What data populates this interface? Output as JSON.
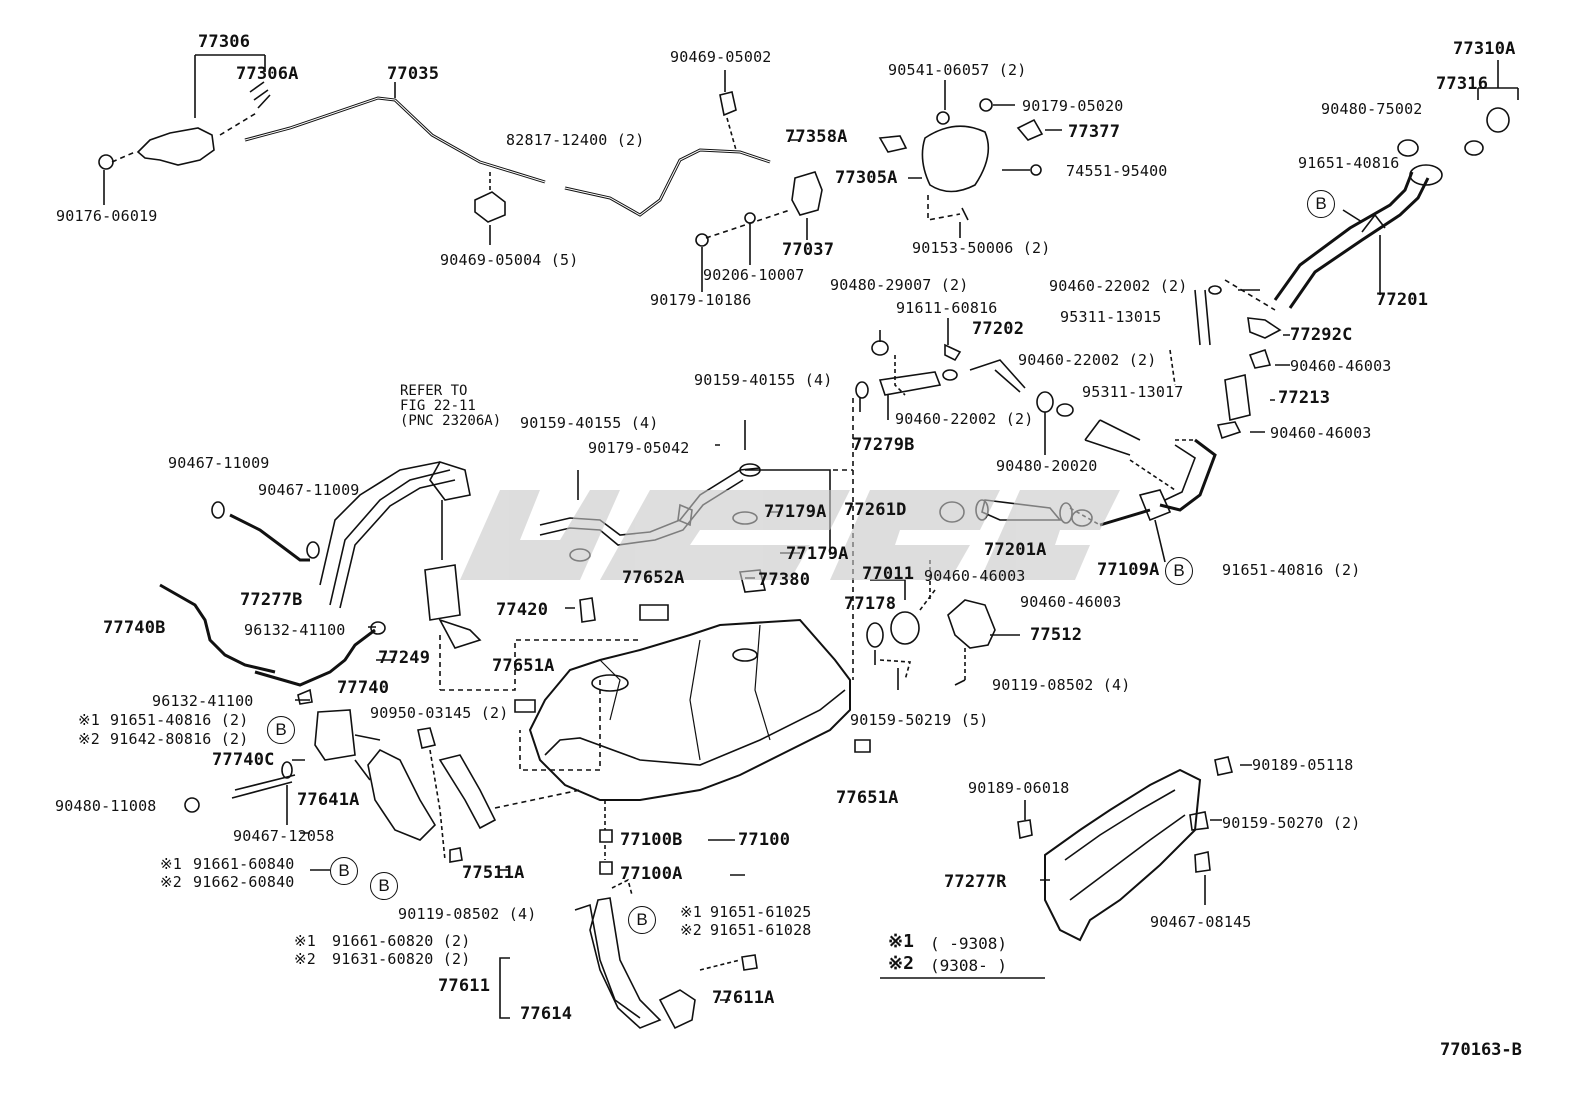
{
  "parts": {
    "p77306": "77306",
    "p77306A": "77306A",
    "p77035": "77035",
    "p90176": "90176-06019",
    "p90469_05004": "90469-05004 (5)",
    "p90469_05002": "90469-05002",
    "p82817": "82817-12400 (2)",
    "p77037": "77037",
    "p90206": "90206-10007",
    "p90179_10186": "90179-10186",
    "p90541": "90541-06057 (2)",
    "p90179_05020": "90179-05020",
    "p77358A": "77358A",
    "p77377": "77377",
    "p77305A": "77305A",
    "p74551": "74551-95400",
    "p90153": "90153-50006 (2)",
    "p77310A": "77310A",
    "p77316": "77316",
    "p90480_75002": "90480-75002",
    "p91651_40816": "91651-40816",
    "p77201": "77201",
    "p90460_22002a": "90460-22002 (2)",
    "p95311a": "95311-13015",
    "p77292C": "77292C",
    "p90460_46003a": "90460-46003",
    "p90480_29007": "90480-29007 (2)",
    "p91611": "91611-60816",
    "p77202": "77202",
    "p90460_22002b": "90460-22002 (2)",
    "p95311b": "95311-13017",
    "p77213": "77213",
    "p90460_46003b": "90460-46003",
    "p77279B": "77279B",
    "p90460_22002c": "90460-22002 (2)",
    "p90480_20020": "90480-20020",
    "p90159_40155a": "90159-40155 (4)",
    "p90159_40155b": "90159-40155 (4)",
    "p90179_05042": "90179-05042",
    "p77179A_1": "77179A",
    "p77261D": "77261D",
    "p77179A_2": "77179A",
    "p77201A": "77201A",
    "p77109A": "77109A",
    "p91651_40816_2": "91651-40816 (2)",
    "p90460_46003c": "90460-46003",
    "p90460_46003d": "90460-46003",
    "p90467_11009a": "90467-11009",
    "p90467_11009b": "90467-11009",
    "p77277B": "77277B",
    "p96132a": "96132-41100",
    "p77740B": "77740B",
    "p77249": "77249",
    "p77652A": "77652A",
    "p77420": "77420",
    "p77380": "77380",
    "p77011": "77011",
    "p77178": "77178",
    "p77512": "77512",
    "p90119_08502a": "90119-08502 (4)",
    "p90159_50219": "90159-50219 (5)",
    "p77651A_1": "77651A",
    "p77651A_2": "77651A",
    "p96132b": "96132-41100",
    "p77740": "77740",
    "p91651_40816_x1": "91651-40816 (2)",
    "p91642": "91642-80816 (2)",
    "p90950": "90950-03145 (2)",
    "p77740C": "77740C",
    "p90480_11008": "90480-11008",
    "p77641A": "77641A",
    "p90467_12058": "90467-12058",
    "p91661_60840": "91661-60840",
    "p91662": "91662-60840",
    "p77511A": "77511A",
    "p90119_08502b": "90119-08502 (4)",
    "p91661_60820": "91661-60820 (2)",
    "p91631": "91631-60820 (2)",
    "p77100B": "77100B",
    "p77100": "77100",
    "p77100A": "77100A",
    "p91651_61025": "91651-61025",
    "p91651_61028": "91651-61028",
    "p77611": "77611",
    "p77614": "77614",
    "p77611A": "77611A",
    "p90189_05118": "90189-05118",
    "p90189_06018": "90189-06018",
    "p90159_50270": "90159-50270 (2)",
    "p77277R": "77277R",
    "p90467_08145": "90467-08145"
  },
  "refer_note": "REFER TO\nFIG 22-11\n(PNC 23206A)",
  "callout_letter": "B",
  "marks": {
    "m1": "※1",
    "m2": "※2"
  },
  "legend": {
    "m1": "※1",
    "m2": "※2",
    "range1": "(     -9308)",
    "range2": "(9308-     )"
  },
  "figure_id": "770163-B"
}
